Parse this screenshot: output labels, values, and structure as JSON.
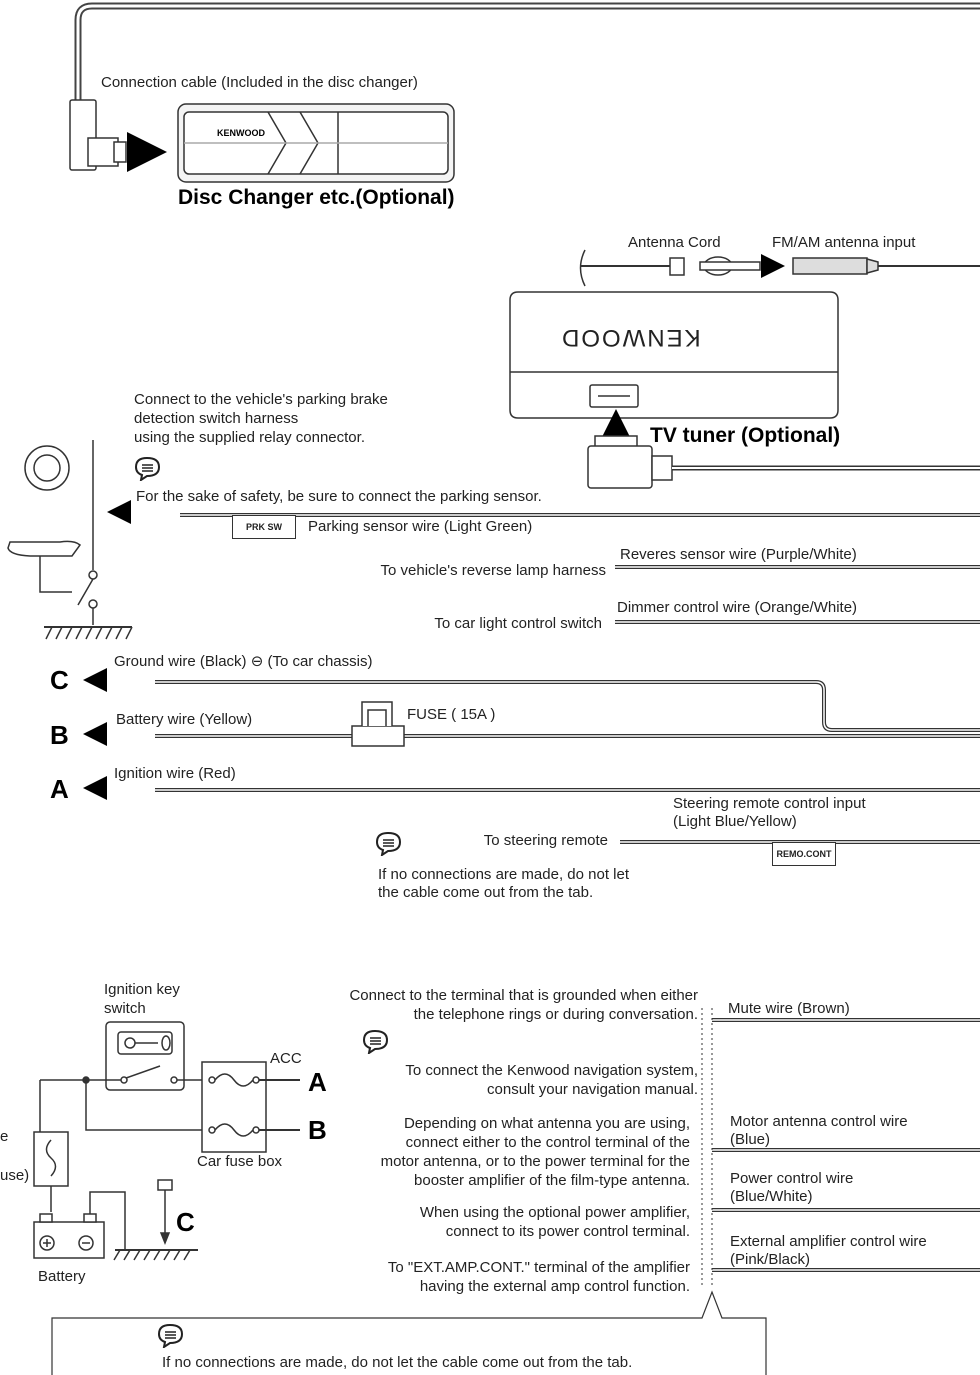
{
  "top": {
    "connection_cable": "Connection cable (Included in the disc changer)",
    "disc_changer_label": "Disc Changer etc.(Optional)",
    "brand_logo": "KENWOOD"
  },
  "tv_tuner": {
    "antenna_cord": "Antenna Cord",
    "fm_am_input": "FM/AM antenna input",
    "label": "TV tuner (Optional)",
    "brand_logo": "KENWOOD"
  },
  "parking": {
    "note": [
      "Connect to the vehicle's parking brake",
      "detection switch harness",
      "using the supplied relay connector."
    ],
    "safety": "For the sake of safety, be sure to connect the parking sensor.",
    "tag": "PRK SW",
    "wire": "Parking sensor wire (Light Green)"
  },
  "wires": {
    "reverse_dest": "To vehicle's reverse lamp harness",
    "reverse_wire": "Reveres sensor wire (Purple/White)",
    "dimmer_dest": "To car light control switch",
    "dimmer_wire": "Dimmer control wire (Orange/White)",
    "ground": "Ground wire (Black) ⊖ (To car chassis)",
    "battery": "Battery wire (Yellow)",
    "fuse": "FUSE ( 15A )",
    "ignition": "Ignition wire (Red)",
    "steering_input": [
      "Steering remote control input",
      "(Light Blue/Yellow)"
    ],
    "steering_dest": "To steering remote",
    "remo_tag": "REMO.CONT",
    "tab_note": [
      "If no connections are made, do not let",
      "the cable come out from the tab."
    ]
  },
  "letters": {
    "c": "C",
    "b": "B",
    "a": "A"
  },
  "power_circuit": {
    "ignition_key": [
      "Ignition key",
      "switch"
    ],
    "acc": "ACC",
    "car_fuse_box": "Car fuse box",
    "battery": "Battery",
    "cut_left_1": "e",
    "cut_left_2": "use)"
  },
  "lower_wires": {
    "mute_note": [
      "Connect to the terminal that is grounded when either",
      "the telephone rings or during conversation."
    ],
    "mute_wire": "Mute wire (Brown)",
    "nav_note": [
      "To connect the Kenwood navigation system,",
      "consult your navigation manual."
    ],
    "antenna_note": [
      "Depending on what antenna you are using,",
      "connect either to the control terminal of the",
      "motor antenna, or to the power terminal for the",
      "booster amplifier of the film-type antenna."
    ],
    "motor_antenna_wire": [
      "Motor antenna control wire",
      "(Blue)"
    ],
    "amp_note": [
      "When using the optional power amplifier,",
      "connect to its power control terminal."
    ],
    "power_control_wire": [
      "Power control wire",
      "(Blue/White)"
    ],
    "ext_amp_note": [
      "To \"EXT.AMP.CONT.\" terminal of the amplifier",
      "having the external amp control function."
    ],
    "ext_amp_wire": [
      "External amplifier control wire",
      "(Pink/Black)"
    ],
    "bottom_note": "If no connections are made, do not let the cable come out from the tab."
  }
}
